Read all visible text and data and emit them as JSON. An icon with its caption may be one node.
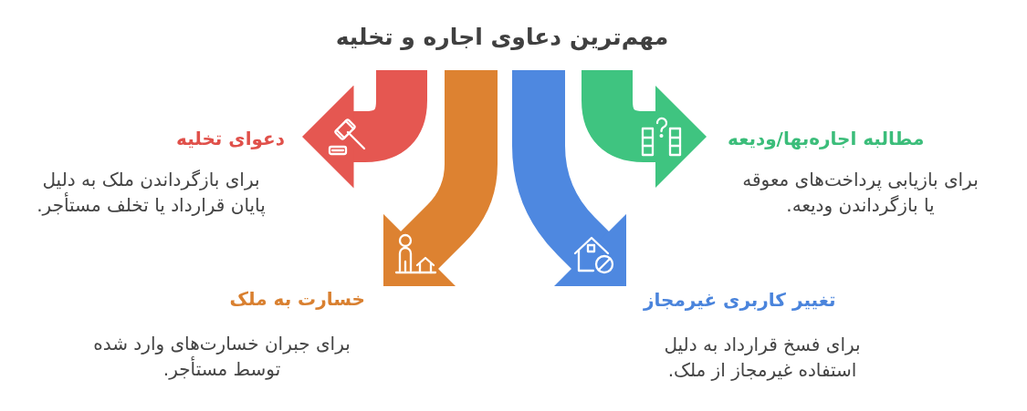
{
  "diagram": {
    "title": "مهم‌ترین دعاوی اجاره و تخلیه",
    "nodes": [
      {
        "text": [
          "مطالبه اجاره‌بها/ودیعه",
          "برای بازیابی پرداخت‌های معوقه یا بازگرداندن ودیعه."
        ]
      },
      {
        "text": [
          "دعوای تخلیه",
          "برای بازگرداندن ملک به دلیل پایان قرارداد یا تخلف مستأجر."
        ]
      },
      {
        "text": [
          "تغییر کاربری غیرمجاز",
          "برای فسخ قرارداد به دلیل استفاده غیرمجاز از ملک."
        ]
      },
      {
        "text": [
          "خسارت به ملک",
          "برای جبران خسارت‌های وارد شده توسط مستأجر."
        ]
      }
    ],
    "edges": [
      {
        "from": null,
        "to": 0,
        "arrow": "to",
        "color": "#3fc480"
      },
      {
        "from": null,
        "to": 1,
        "arrow": "to",
        "color": "#e55751"
      },
      {
        "from": null,
        "to": 2,
        "arrow": "to",
        "color": "#4e88e0"
      },
      {
        "from": null,
        "to": 3,
        "arrow": "to",
        "color": "#dd8231"
      }
    ]
  }
}
